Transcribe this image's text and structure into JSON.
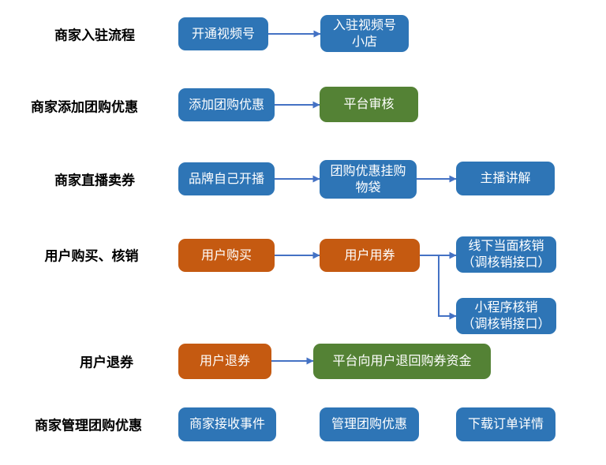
{
  "palette": {
    "box_blue": "#2E75B6",
    "box_green": "#548235",
    "box_orange": "#C55A11",
    "arrow": "#4472C4",
    "label_text": "#000000",
    "box_text": "#FFFFFF"
  },
  "flowchart": {
    "rows": [
      {
        "label": "商家入驻流程",
        "nodes": [
          {
            "line1": "开通视频号",
            "color": "blue"
          },
          {
            "line1": "入驻视频号",
            "line2": "小店",
            "color": "blue"
          }
        ]
      },
      {
        "label": "商家添加团购优惠",
        "nodes": [
          {
            "line1": "添加团购优惠",
            "color": "blue"
          },
          {
            "line1": "平台审核",
            "color": "green"
          }
        ]
      },
      {
        "label": "商家直播卖券",
        "nodes": [
          {
            "line1": "品牌自己开播",
            "color": "blue"
          },
          {
            "line1": "团购优惠挂购",
            "line2": "物袋",
            "color": "blue"
          },
          {
            "line1": "主播讲解",
            "color": "blue"
          }
        ]
      },
      {
        "label": "用户购买、核销",
        "nodes": [
          {
            "line1": "用户购买",
            "color": "orange"
          },
          {
            "line1": "用户用券",
            "color": "orange"
          },
          {
            "line1": "线下当面核销",
            "line2": "（调核销接口）",
            "color": "blue"
          },
          {
            "line1": "小程序核销",
            "line2": "（调核销接口）",
            "color": "blue"
          }
        ]
      },
      {
        "label": "用户退券",
        "nodes": [
          {
            "line1": "用户退券",
            "color": "orange"
          },
          {
            "line1": "平台向用户退回购券资金",
            "color": "green"
          }
        ]
      },
      {
        "label": "商家管理团购优惠",
        "nodes": [
          {
            "line1": "商家接收事件",
            "color": "blue"
          },
          {
            "line1": "管理团购优惠",
            "color": "blue"
          },
          {
            "line1": "下载订单详情",
            "color": "blue"
          }
        ]
      }
    ],
    "connections": [
      {
        "from": "开通视频号",
        "to": "入驻视频号小店"
      },
      {
        "from": "添加团购优惠",
        "to": "平台审核"
      },
      {
        "from": "品牌自己开播",
        "to": "团购优惠挂购物袋"
      },
      {
        "from": "团购优惠挂购物袋",
        "to": "主播讲解"
      },
      {
        "from": "用户购买",
        "to": "用户用券"
      },
      {
        "from": "用户用券",
        "to": "线下当面核销（调核销接口）"
      },
      {
        "from": "用户用券",
        "to": "小程序核销（调核销接口）"
      },
      {
        "from": "用户退券",
        "to": "平台向用户退回购券资金"
      }
    ]
  }
}
